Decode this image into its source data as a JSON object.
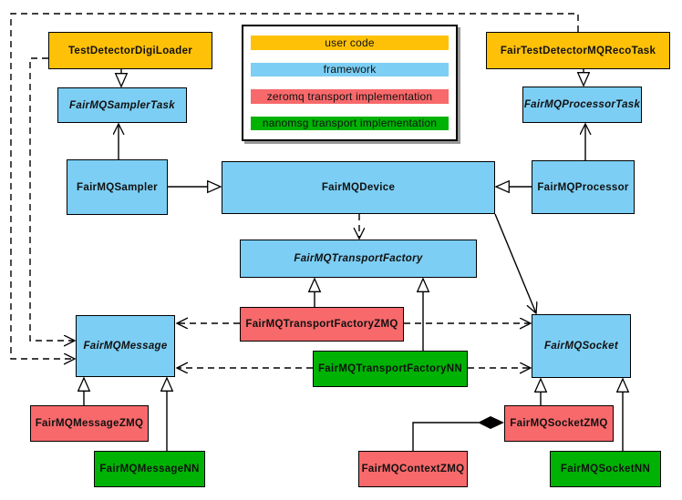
{
  "colors": {
    "user_code": "#FFC107",
    "framework": "#7CCEF4",
    "zeromq": "#F8696B",
    "nanomsg": "#00B204",
    "border": "#000000",
    "background": "#FFFFFF",
    "legend_shadow": "#999999"
  },
  "legend": {
    "items": [
      {
        "label": "user code",
        "category": "user_code"
      },
      {
        "label": "framework",
        "category": "framework"
      },
      {
        "label": "zeromq transport implementation",
        "category": "zeromq"
      },
      {
        "label": "nanomsg transport implementation",
        "category": "nanomsg"
      }
    ]
  },
  "nodes": {
    "testDetectorDigiLoader": {
      "label": "TestDetectorDigiLoader",
      "category": "user_code",
      "abstract": false
    },
    "fairTestDetectorMQRecoTask": {
      "label": "FairTestDetectorMQRecoTask",
      "category": "user_code",
      "abstract": false
    },
    "fairMQSamplerTask": {
      "label": "FairMQSamplerTask",
      "category": "framework",
      "abstract": true
    },
    "fairMQProcessorTask": {
      "label": "FairMQProcessorTask",
      "category": "framework",
      "abstract": true
    },
    "fairMQSampler": {
      "label": "FairMQSampler",
      "category": "framework",
      "abstract": false
    },
    "fairMQDevice": {
      "label": "FairMQDevice",
      "category": "framework",
      "abstract": false
    },
    "fairMQProcessor": {
      "label": "FairMQProcessor",
      "category": "framework",
      "abstract": false
    },
    "fairMQTransportFactory": {
      "label": "FairMQTransportFactory",
      "category": "framework",
      "abstract": true
    },
    "fairMQTransportFactoryZMQ": {
      "label": "FairMQTransportFactoryZMQ",
      "category": "zeromq",
      "abstract": false
    },
    "fairMQTransportFactoryNN": {
      "label": "FairMQTransportFactoryNN",
      "category": "nanomsg",
      "abstract": false
    },
    "fairMQMessage": {
      "label": "FairMQMessage",
      "category": "framework",
      "abstract": true
    },
    "fairMQSocket": {
      "label": "FairMQSocket",
      "category": "framework",
      "abstract": true
    },
    "fairMQMessageZMQ": {
      "label": "FairMQMessageZMQ",
      "category": "zeromq",
      "abstract": false
    },
    "fairMQMessageNN": {
      "label": "FairMQMessageNN",
      "category": "nanomsg",
      "abstract": false
    },
    "fairMQSocketZMQ": {
      "label": "FairMQSocketZMQ",
      "category": "zeromq",
      "abstract": false
    },
    "fairMQContextZMQ": {
      "label": "FairMQContextZMQ",
      "category": "zeromq",
      "abstract": false
    },
    "fairMQSocketNN": {
      "label": "FairMQSocketNN",
      "category": "nanomsg",
      "abstract": false
    }
  },
  "relationships": [
    {
      "from": "TestDetectorDigiLoader",
      "to": "FairMQSamplerTask",
      "type": "inheritance"
    },
    {
      "from": "FairTestDetectorMQRecoTask",
      "to": "FairMQProcessorTask",
      "type": "inheritance"
    },
    {
      "from": "FairMQSampler",
      "to": "FairMQDevice",
      "type": "inheritance"
    },
    {
      "from": "FairMQProcessor",
      "to": "FairMQDevice",
      "type": "inheritance"
    },
    {
      "from": "FairMQSampler",
      "to": "FairMQSamplerTask",
      "type": "association"
    },
    {
      "from": "FairMQProcessor",
      "to": "FairMQProcessorTask",
      "type": "association"
    },
    {
      "from": "FairMQDevice",
      "to": "FairMQSocket",
      "type": "association"
    },
    {
      "from": "FairMQDevice",
      "to": "FairMQTransportFactory",
      "type": "dependency"
    },
    {
      "from": "TestDetectorDigiLoader",
      "to": "FairMQMessage",
      "type": "dependency"
    },
    {
      "from": "FairTestDetectorMQRecoTask",
      "to": "FairMQMessage",
      "type": "dependency"
    },
    {
      "from": "FairMQTransportFactoryZMQ",
      "to": "FairMQTransportFactory",
      "type": "inheritance"
    },
    {
      "from": "FairMQTransportFactoryNN",
      "to": "FairMQTransportFactory",
      "type": "inheritance"
    },
    {
      "from": "FairMQTransportFactoryZMQ",
      "to": "FairMQMessage",
      "type": "dependency"
    },
    {
      "from": "FairMQTransportFactoryZMQ",
      "to": "FairMQSocket",
      "type": "dependency"
    },
    {
      "from": "FairMQTransportFactoryNN",
      "to": "FairMQMessage",
      "type": "dependency"
    },
    {
      "from": "FairMQTransportFactoryNN",
      "to": "FairMQSocket",
      "type": "dependency"
    },
    {
      "from": "FairMQMessageZMQ",
      "to": "FairMQMessage",
      "type": "inheritance"
    },
    {
      "from": "FairMQMessageNN",
      "to": "FairMQMessage",
      "type": "inheritance"
    },
    {
      "from": "FairMQSocketZMQ",
      "to": "FairMQSocket",
      "type": "inheritance"
    },
    {
      "from": "FairMQSocketNN",
      "to": "FairMQSocket",
      "type": "inheritance"
    },
    {
      "from": "FairMQSocketZMQ",
      "to": "FairMQContextZMQ",
      "type": "composition"
    }
  ]
}
